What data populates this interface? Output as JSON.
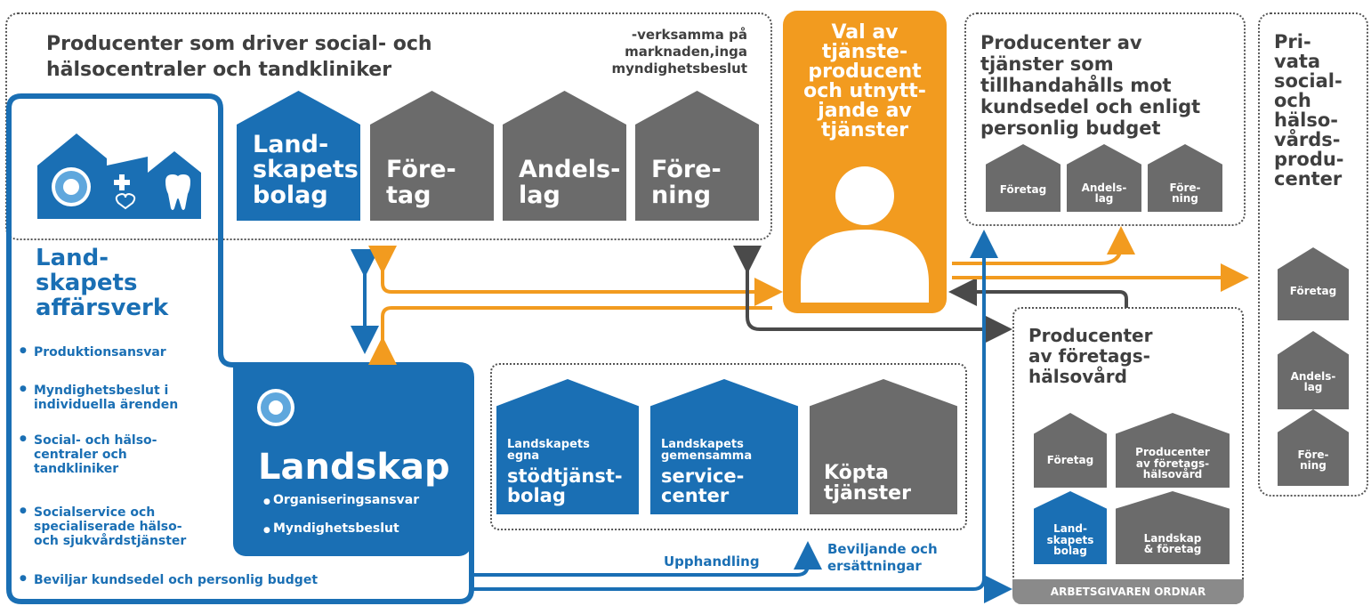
{
  "top_box": {
    "title_line1": "Producenter som driver social- och",
    "title_line2": "hälsocentraler och tandkliniker",
    "note_line1": "-verksamma på",
    "note_line2": "marknaden,inga",
    "note_line3": "myndighetsbeslut",
    "houses": [
      {
        "l1": "Land-",
        "l2": "skapets",
        "l3": "bolag"
      },
      {
        "l1": "Före-",
        "l2": "tag"
      },
      {
        "l1": "Andels-",
        "l2": "lag"
      },
      {
        "l1": "Före-",
        "l2": "ning"
      }
    ]
  },
  "choice_box": {
    "lines": [
      "Val av",
      "tjänste-",
      "producent",
      "och utnytt-",
      "jande av",
      "tjänster"
    ]
  },
  "voucher_box": {
    "lines": [
      "Producenter av",
      "tjänster som",
      "tillhandahålls mot",
      "kundsedel och enligt",
      "personlig budget"
    ],
    "houses": [
      {
        "l1": "Företag"
      },
      {
        "l1": "Andels-",
        "l2": "lag"
      },
      {
        "l1": "Före-",
        "l2": "ning"
      }
    ]
  },
  "private_box": {
    "lines": [
      "Pri-",
      "vata",
      "social-",
      "och",
      "hälso-",
      "vårds-",
      "produ-",
      "center"
    ],
    "houses": [
      {
        "l1": "Företag"
      },
      {
        "l1": "Andels-",
        "l2": "lag"
      },
      {
        "l1": "Före-",
        "l2": "ning"
      }
    ]
  },
  "affarsverk": {
    "title_lines": [
      "Land-",
      "skapets",
      "affärsverk"
    ],
    "bullets": [
      {
        "l1": "Produktionsansvar"
      },
      {
        "l1": "Myndighetsbeslut i",
        "l2": "individuella ärenden"
      },
      {
        "l1": "Social- och hälso-",
        "l2": "centraler och",
        "l3": "tandkliniker"
      },
      {
        "l1": "Socialservice och",
        "l2": "specialiserade hälso-",
        "l3": "och sjukvårdstjänster"
      },
      {
        "l1": "Beviljar kundsedel och personlig budget"
      }
    ]
  },
  "landskap": {
    "title": "Landskap",
    "bullets": [
      "Organiseringsansvar",
      "Myndighetsbeslut"
    ]
  },
  "service_box": {
    "houses": [
      {
        "small1": "Landskapets",
        "small2": "egna",
        "big1": "stödtjänst-",
        "big2": "bolag"
      },
      {
        "small1": "Landskapets",
        "small2": "gemensamma",
        "big1": "service-",
        "big2": "center"
      },
      {
        "big1": "Köpta",
        "big2": "tjänster"
      }
    ]
  },
  "labels": {
    "upphandling": "Upphandling",
    "beviljande_l1": "Beviljande och",
    "beviljande_l2": "ersättningar"
  },
  "occ_box": {
    "lines": [
      "Producenter",
      "av företags-",
      "hälsovård"
    ],
    "houses": [
      {
        "l1": "Företag"
      },
      {
        "l1": "Producenter",
        "l2": "av företags-",
        "l3": "hälsovård"
      },
      {
        "l1": "Land-",
        "l2": "skapets",
        "l3": "bolag"
      },
      {
        "l1": "Landskap",
        "l2": "& företag"
      }
    ],
    "footer": "ARBETSGIVAREN ORDNAR"
  },
  "colors": {
    "blue": "#1a6fb4",
    "gray": "#6b6b6b",
    "orange": "#f29b1f",
    "dark": "#3f3f3f"
  }
}
